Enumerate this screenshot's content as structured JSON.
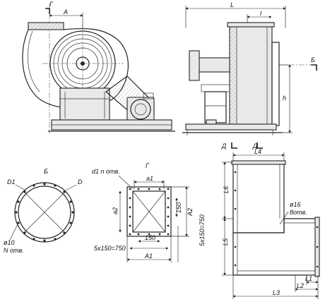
{
  "labels": {
    "gamma_top": "Г",
    "A_top": "A",
    "L": "L",
    "l": "l",
    "B_side": "Б",
    "h": "h",
    "D_left": "Д",
    "D_right": "Д",
    "L4": "L4",
    "B_view": "Б",
    "D1": "D1",
    "D": "D",
    "phi10": "ø10",
    "N_holes": "N отв.",
    "gamma_view": "Г",
    "d1_holes": "d1 n отв.",
    "a1": "a1",
    "a2": "a2",
    "A2": "A2",
    "dim150_v": "150",
    "dim150_h": "150",
    "pitch_h": "5x150=750",
    "pitch_v": "5x150=750",
    "A1": "A1",
    "L6": "L6",
    "L5": "L5",
    "phi16": "ø16",
    "holes8": "8отв.",
    "L1": "L1",
    "L2": "L2",
    "L3": "L3"
  }
}
